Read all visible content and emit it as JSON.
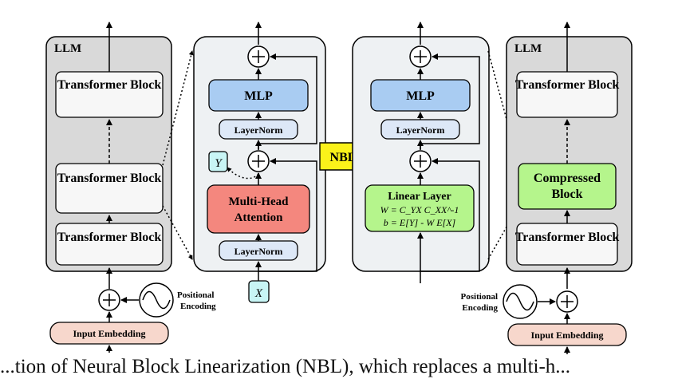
{
  "left_llm": {
    "label": "LLM",
    "blocks": [
      "Transformer Block",
      "Transformer Block",
      "Transformer Block"
    ],
    "input_embedding": "Input Embedding",
    "positional_encoding": [
      "Positional",
      "Encoding"
    ]
  },
  "attention_detail": {
    "mlp": "MLP",
    "layernorm_top": "LayerNorm",
    "attention": [
      "Multi-Head",
      "Attention"
    ],
    "layernorm_bottom": "LayerNorm",
    "input_x": "X",
    "output_y": "Y"
  },
  "nbl_arrow": "NBL",
  "linear_detail": {
    "mlp": "MLP",
    "layernorm": "LayerNorm",
    "linear_title": "Linear Layer",
    "weight_eq": "W = C_YX C_XX^-1",
    "bias_eq": "b = E[Y] - W E[X]"
  },
  "right_llm": {
    "label": "LLM",
    "top_block": "Transformer Block",
    "compressed_block": [
      "Compressed",
      "Block"
    ],
    "bottom_block": "Transformer Block",
    "input_embedding": "Input Embedding",
    "positional_encoding": [
      "Positional",
      "Encoding"
    ]
  },
  "caption": "...tion of Neural Block Linearization (NBL), which replaces a multi-h...",
  "colors": {
    "panel_gray": "#d9d9d9",
    "panel_light": "#eef1f3",
    "mlp_blue": "#a9ccf2",
    "layernorm_blue": "#dde8f7",
    "attention_red": "#f4877e",
    "linear_green": "#b5f58c",
    "embedding_pink": "#f7d7cc",
    "nbl_yellow": "#fbf21a",
    "xy_cyan": "#c8f5f5"
  }
}
